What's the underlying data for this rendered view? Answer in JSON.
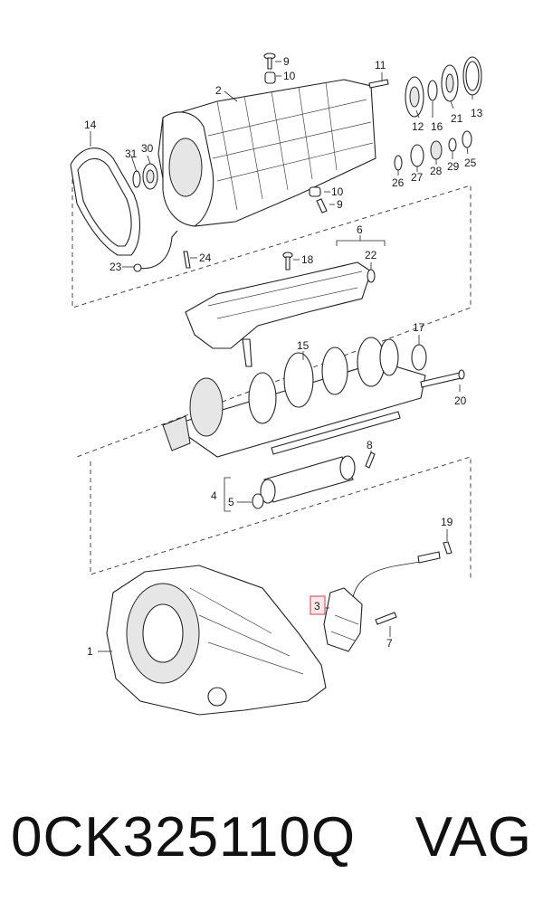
{
  "diagram": {
    "highlight_color": "#e05a6a",
    "highlighted_callout": "3",
    "callouts": {
      "c1": "1",
      "c2": "2",
      "c3": "3",
      "c4": "4",
      "c5": "5",
      "c6": "6",
      "c7": "7",
      "c8": "8",
      "c9a": "9",
      "c9b": "9",
      "c10a": "10",
      "c10b": "10",
      "c11": "11",
      "c12": "12",
      "c13": "13",
      "c14": "14",
      "c15": "15",
      "c16": "16",
      "c17": "17",
      "c18": "18",
      "c19": "19",
      "c20": "20",
      "c21": "21",
      "c22": "22",
      "c23": "23",
      "c24": "24",
      "c25": "25",
      "c26": "26",
      "c27": "27",
      "c28": "28",
      "c29": "29",
      "c30": "30",
      "c31": "31"
    }
  },
  "caption": {
    "part_number": "0CK325110Q",
    "brand": "VAG"
  }
}
